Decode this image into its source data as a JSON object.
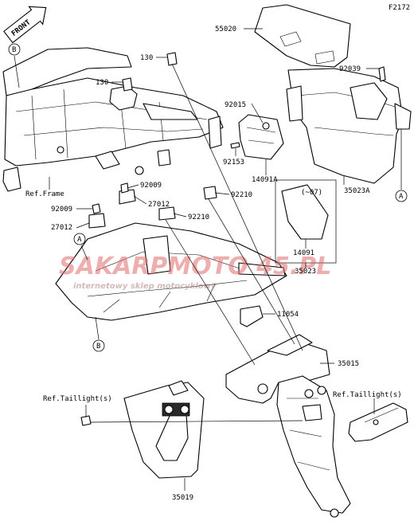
{
  "figure_code": "F2172",
  "front_label": "FRONT",
  "markers": {
    "a": "A",
    "b": "B"
  },
  "refs": {
    "frame": "Ref.Frame",
    "taillight_left": "Ref.Taillight(s)",
    "taillight_right": "Ref.Taillight(s)",
    "version_note": "(~07)"
  },
  "parts": {
    "p55020": "55020",
    "p130a": "130",
    "p130b": "130",
    "p92039": "92039",
    "p92015": "92015",
    "p92153": "92153",
    "p14091A": "14091A",
    "p35023A": "35023A",
    "p92009a": "92009",
    "p92210a": "92210",
    "p92009b": "92009",
    "p27012a": "27012",
    "p92210b": "92210",
    "p27012b": "27012",
    "p14091": "14091",
    "p35023": "35023",
    "p11054": "11054",
    "p35015": "35015",
    "p35019": "35019"
  },
  "watermark": {
    "brand": "SAKARPMOTO 45.PL",
    "tagline": "internetowy sklep motocyklowy"
  }
}
